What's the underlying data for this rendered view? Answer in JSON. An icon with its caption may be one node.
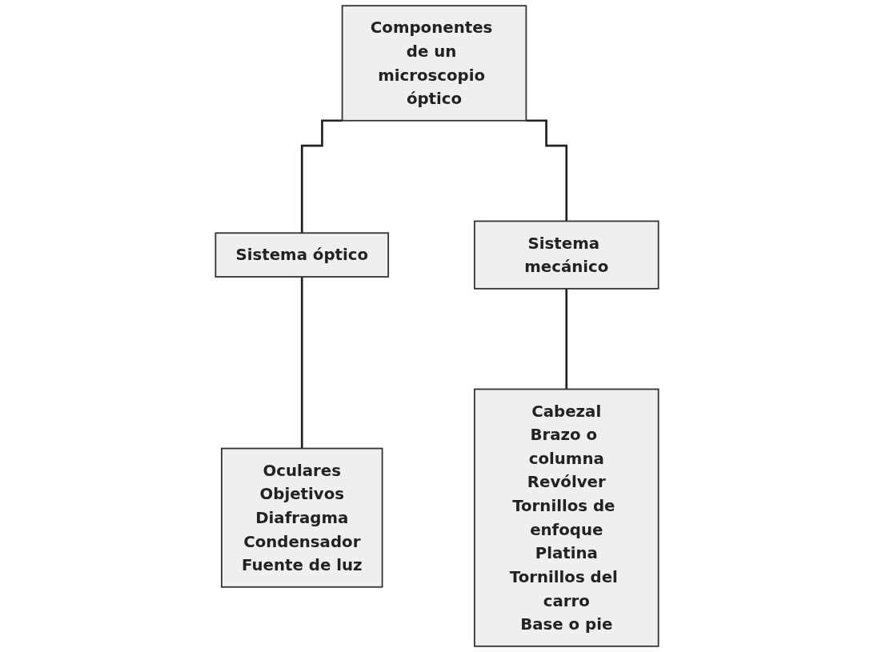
{
  "diagram": {
    "nodes": [
      {
        "text": [
          "Componentes de un microscopio óptico"
        ]
      },
      {
        "text": [
          "Sistema óptico"
        ]
      },
      {
        "text": [
          "Sistema mecánico"
        ]
      },
      {
        "text": [
          "Oculares",
          "Objetivos",
          "Diafragma",
          "Condensador",
          "Fuente de luz"
        ]
      },
      {
        "text": [
          "Cabezal",
          "Brazo o columna",
          "Revólver",
          "Tornillos de enfoque",
          "Platina",
          "Tornillos del carro",
          "Base o pie"
        ]
      }
    ],
    "edges": [
      {
        "from": 0,
        "to": 1,
        "arrow": "none"
      },
      {
        "from": 0,
        "to": 2,
        "arrow": "none"
      },
      {
        "from": 1,
        "to": 3,
        "arrow": "none"
      },
      {
        "from": 2,
        "to": 4,
        "arrow": "none"
      }
    ]
  }
}
